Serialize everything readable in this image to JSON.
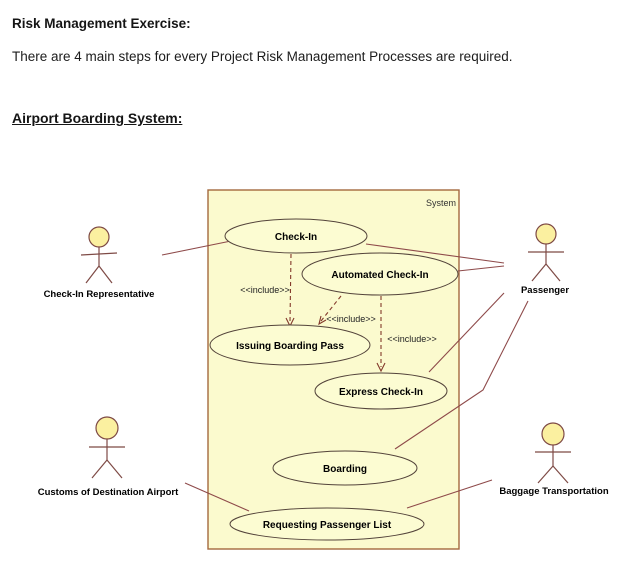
{
  "document": {
    "title": "Risk Management Exercise:",
    "intro": "There are 4 main steps for every Project Risk Management Processes are required.",
    "section_heading": "Airport Boarding System:"
  },
  "diagram": {
    "system_label": "System",
    "include_label": "<<include>>",
    "use_cases": [
      "Check-In",
      "Automated Check-In",
      "Issuing Boarding Pass",
      "Express Check-In",
      "Boarding",
      "Requesting Passenger List"
    ],
    "actors": [
      "Check-In Representative",
      "Passenger",
      "Customs of Destination Airport",
      "Baggage Transportation"
    ],
    "colors": {
      "boundary_fill": "#FBFACE",
      "boundary_stroke": "#A4693E",
      "usecase_fill": "#FCFCD2",
      "usecase_stroke": "#53433A",
      "association_line": "#8E4A4A",
      "include_arrow": "#83392B",
      "actor_head_fill": "#FBF0A0"
    }
  }
}
